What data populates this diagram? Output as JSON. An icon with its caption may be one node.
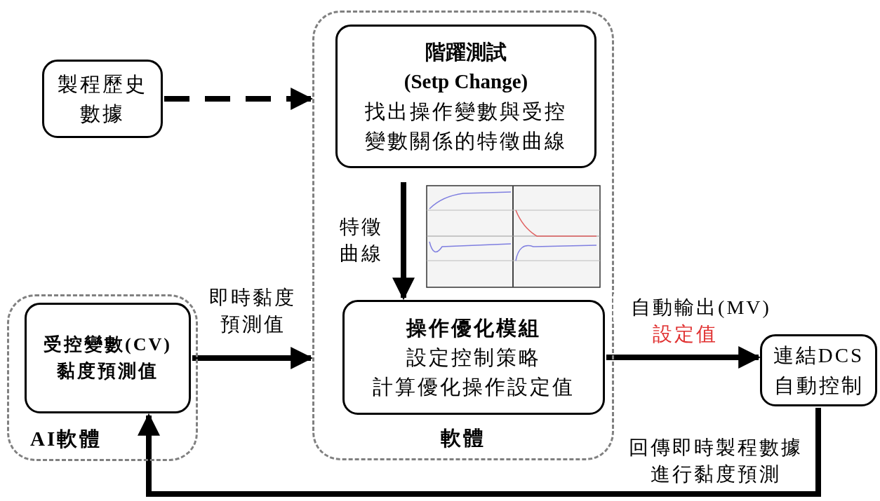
{
  "diagram": {
    "nodes": [
      {
        "text": [
          "軟體"
        ]
      },
      {
        "text": [
          "階躍測試 (Setp Change)",
          "找出操作變數與受控變數關係的特徵曲線"
        ],
        "in": 0
      },
      {
        "text": [
          "操作優化模組",
          "設定控制策略",
          "計算優化操作設定值"
        ],
        "in": 0
      },
      {
        "text": [
          "製程歷史數據"
        ]
      },
      {
        "text": [
          "AI軟體"
        ]
      },
      {
        "text": [
          "受控變數(CV)黏度預測值"
        ],
        "in": 4
      },
      {
        "text": [
          "連結DCS自動控制"
        ]
      }
    ],
    "edges": [
      {
        "from": 3,
        "to": 0,
        "arrow": "to",
        "style": "dashed"
      },
      {
        "from": 1,
        "to": 2,
        "arrow": "to",
        "label": "特徵曲線"
      },
      {
        "from": 5,
        "to": 0,
        "arrow": "to",
        "label": "即時黏度預測值"
      },
      {
        "from": 2,
        "to": 6,
        "arrow": "to",
        "label": "自動輸出(MV)"
      },
      {
        "from": 6,
        "to": 5,
        "arrow": "to",
        "label": "回傳即時製程數據進行黏度預測"
      }
    ],
    "labels": [
      "設定值"
    ]
  }
}
